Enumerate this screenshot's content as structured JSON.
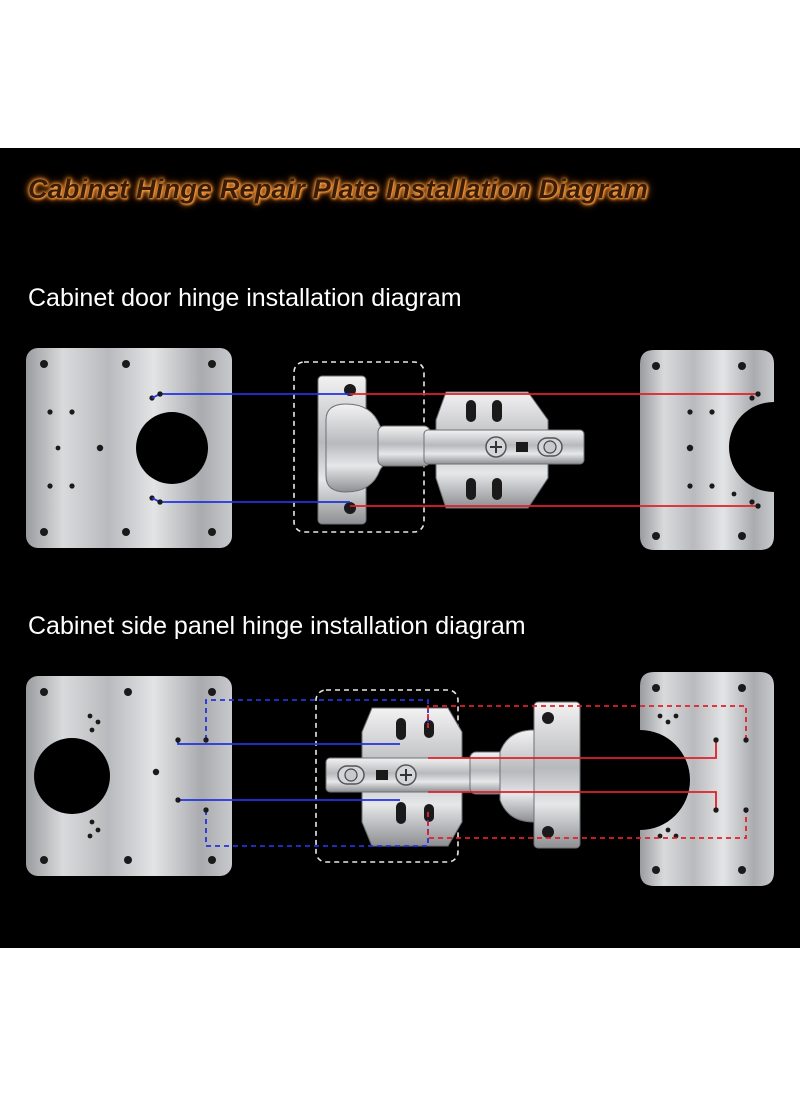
{
  "title": "Cabinet Hinge Repair Plate Installation Diagram",
  "sections": [
    {
      "label": "Cabinet door hinge installation diagram"
    },
    {
      "label": "Cabinet side panel hinge installation diagram"
    }
  ],
  "colors": {
    "background": "#000000",
    "page": "#ffffff",
    "title_glow": "#f08a2a",
    "plate_steel": "#c9cacc",
    "hinge_steel": "#dcdde0",
    "connector_red": "#e0202a",
    "connector_blue": "#2233dd",
    "highlight_box": "#e8e8e8"
  },
  "icons": [
    "repair-plate",
    "concealed-hinge",
    "screw",
    "mounting-hole"
  ]
}
